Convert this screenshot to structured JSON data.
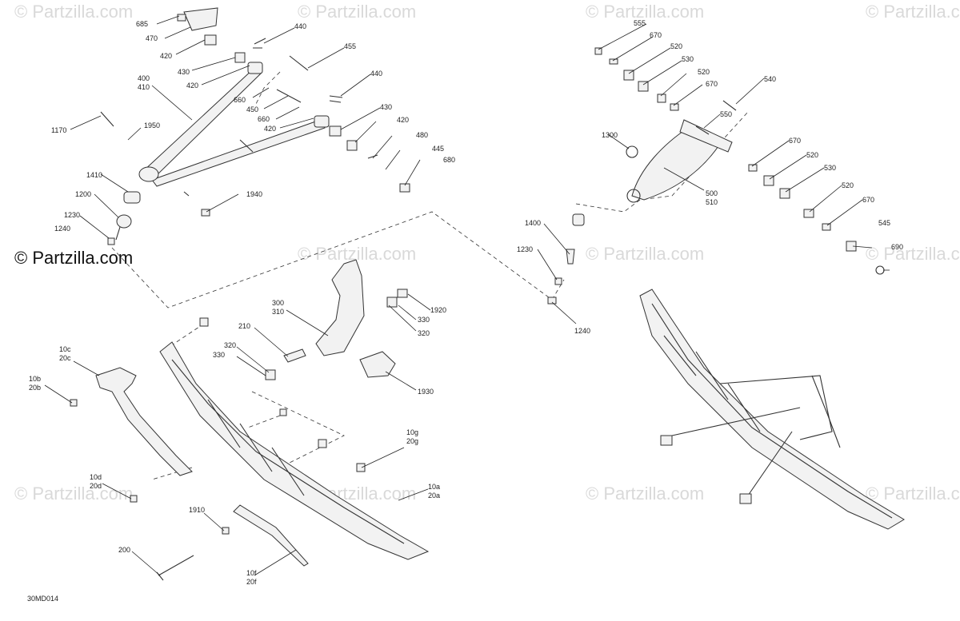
{
  "watermark": "© Partzilla.com",
  "brand": "© Partzilla.com",
  "diagram_code": "30MD014",
  "labels": {
    "p685": "685",
    "p470": "470",
    "p420a": "420",
    "p440a": "440",
    "p455": "455",
    "p430a": "430",
    "p420b": "420",
    "p400": "400",
    "p410": "410",
    "p660a": "660",
    "p450": "450",
    "p660b": "660",
    "p420c": "420",
    "p440b": "440",
    "p430b": "430",
    "p420d": "420",
    "p480": "480",
    "p445": "445",
    "p680": "680",
    "p1170": "1170",
    "p1950": "1950",
    "p1410": "1410",
    "p1200": "1200",
    "p1940": "1940",
    "p1230a": "1230",
    "p1240a": "1240",
    "p555": "555",
    "p670a": "670",
    "p520a": "520",
    "p530a": "530",
    "p520b": "520",
    "p670b": "670",
    "p540": "540",
    "p550": "550",
    "p1300": "1300",
    "p500": "500",
    "p510": "510",
    "p670c": "670",
    "p520c": "520",
    "p530b": "530",
    "p520d": "520",
    "p670d": "670",
    "p545": "545",
    "p690": "690",
    "p1400": "1400",
    "p1230b": "1230",
    "p1240b": "1240",
    "p300": "300",
    "p310": "310",
    "p1920": "1920",
    "p330a": "330",
    "p320a": "320",
    "p210": "210",
    "p320b": "320",
    "p330b": "330",
    "p1930": "1930",
    "p10c": "10c",
    "p20c": "20c",
    "p10b": "10b",
    "p20b": "20b",
    "p10d": "10d",
    "p20d": "20d",
    "p10g": "10g",
    "p20g": "20g",
    "p10a": "10a",
    "p20a": "20a",
    "p1910": "1910",
    "p200": "200",
    "p10f": "10f",
    "p20f": "20f"
  }
}
